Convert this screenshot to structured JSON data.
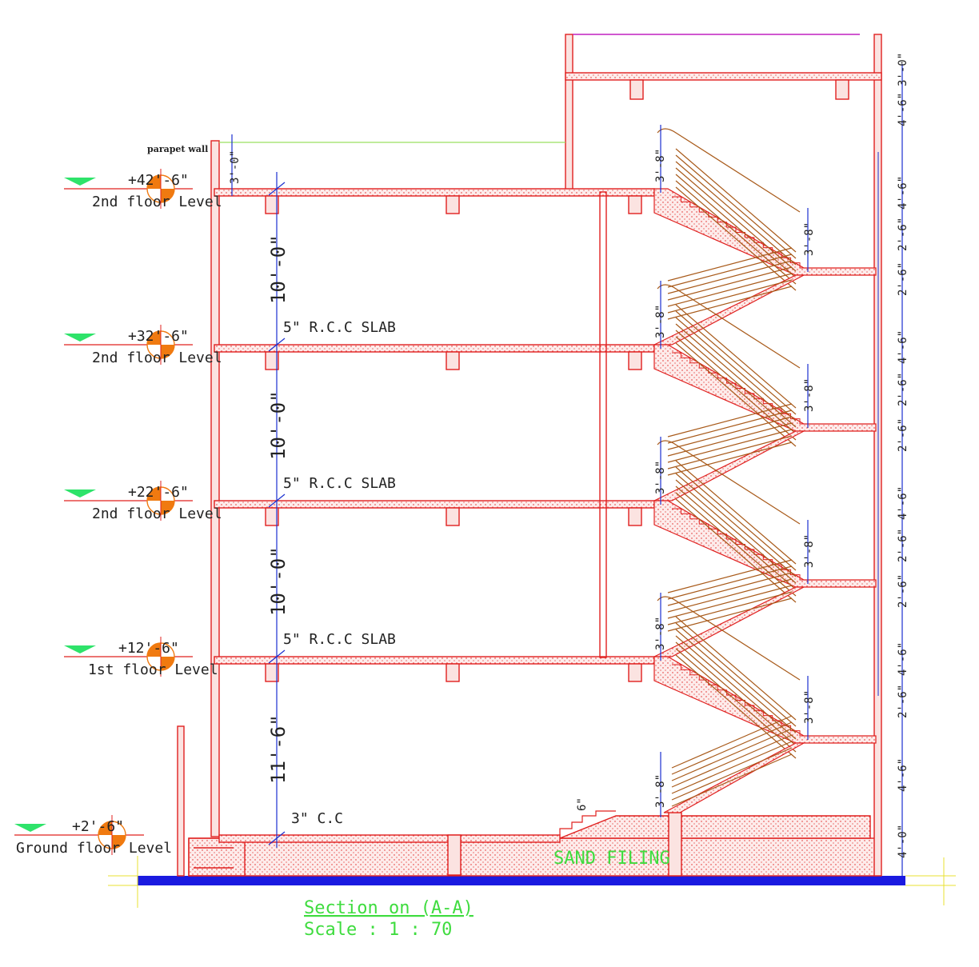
{
  "levels": [
    {
      "elev": "+42'-6\"",
      "name": "2nd floor  Level"
    },
    {
      "elev": "+32'-6\"",
      "name": "2nd floor  Level"
    },
    {
      "elev": "+22'-6\"",
      "name": "2nd floor  Level"
    },
    {
      "elev": "+12'-6\"",
      "name": "1st floor  Level"
    },
    {
      "elev": "+2'-6\"",
      "name": "Ground floor  Level"
    }
  ],
  "labels": {
    "parapet": "parapet wall",
    "slab": "5\" R.C.C SLAB",
    "cc": "3\" C.C",
    "sand": "SAND FILING",
    "section_title": "Section on (A-A)",
    "scale": "Scale : 1 : 70"
  },
  "dimensions": {
    "floor_height": "10'-0\"",
    "ground_height": "11'-6\"",
    "parapet": "3'-0\"",
    "landing": "3'-8\"",
    "step": "6\"",
    "right_upper": "4'-6\"",
    "right_mid": "2'-6\"",
    "right_bottom": "4'-0\"",
    "right_top": "3'-0\""
  },
  "colors": {
    "structure": "#e0201f",
    "dimension": "#1a2fd0",
    "railing": "#a85a1a",
    "marker": "#f07a10",
    "level_triangle": "#2ee36a",
    "ground": "#1a1ae0",
    "title": "#3fdc3f"
  }
}
